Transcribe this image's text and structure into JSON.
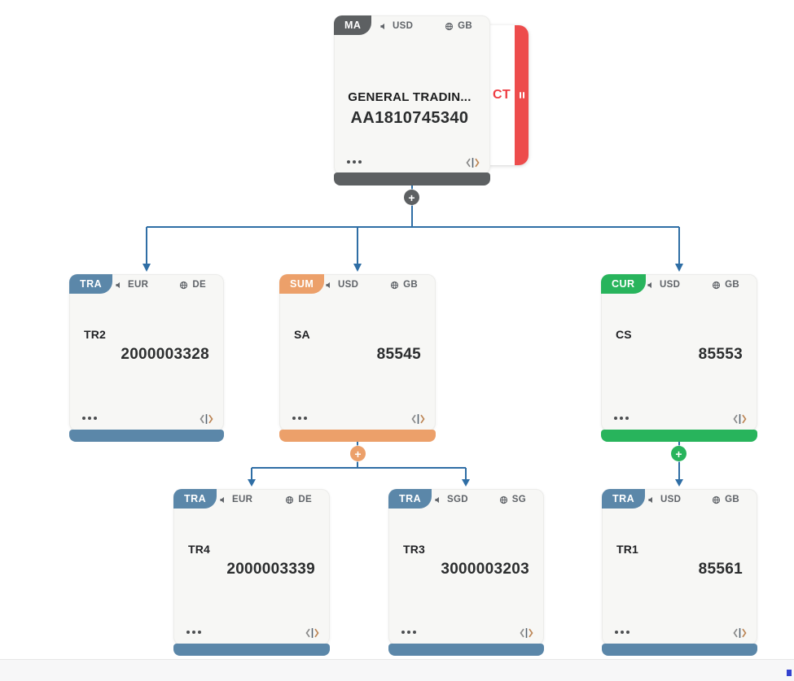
{
  "palette": {
    "connector": "#2f6ea5",
    "card_background": "#f7f7f5",
    "master_gray": "#5d6062",
    "tra_blue": "#5b87a9",
    "sum_orange": "#eca06a",
    "cur_green": "#28b45c",
    "alert_red": "#ed4c4c"
  },
  "icons": {
    "add": "+",
    "currency": "coin-icon",
    "country": "globe-icon",
    "more": "ellipsis-icon",
    "embed": "code-icon",
    "pause": "pause-icon"
  },
  "tree": {
    "nodes": [
      {
        "badge": "MA",
        "currency": "USD",
        "country": "GB",
        "name": "GENERAL TRADIN...",
        "number": "AA1810745340",
        "side_tab": "CT"
      },
      {
        "badge": "TRA",
        "currency": "EUR",
        "country": "DE",
        "name": "TR2",
        "number": "2000003328"
      },
      {
        "badge": "SUM",
        "currency": "USD",
        "country": "GB",
        "name": "SA",
        "number": "85545"
      },
      {
        "badge": "CUR",
        "currency": "USD",
        "country": "GB",
        "name": "CS",
        "number": "85553"
      },
      {
        "badge": "TRA",
        "currency": "EUR",
        "country": "DE",
        "name": "TR4",
        "number": "2000003339"
      },
      {
        "badge": "TRA",
        "currency": "SGD",
        "country": "SG",
        "name": "TR3",
        "number": "3000003203"
      },
      {
        "badge": "TRA",
        "currency": "USD",
        "country": "GB",
        "name": "TR1",
        "number": "85561"
      }
    ]
  }
}
